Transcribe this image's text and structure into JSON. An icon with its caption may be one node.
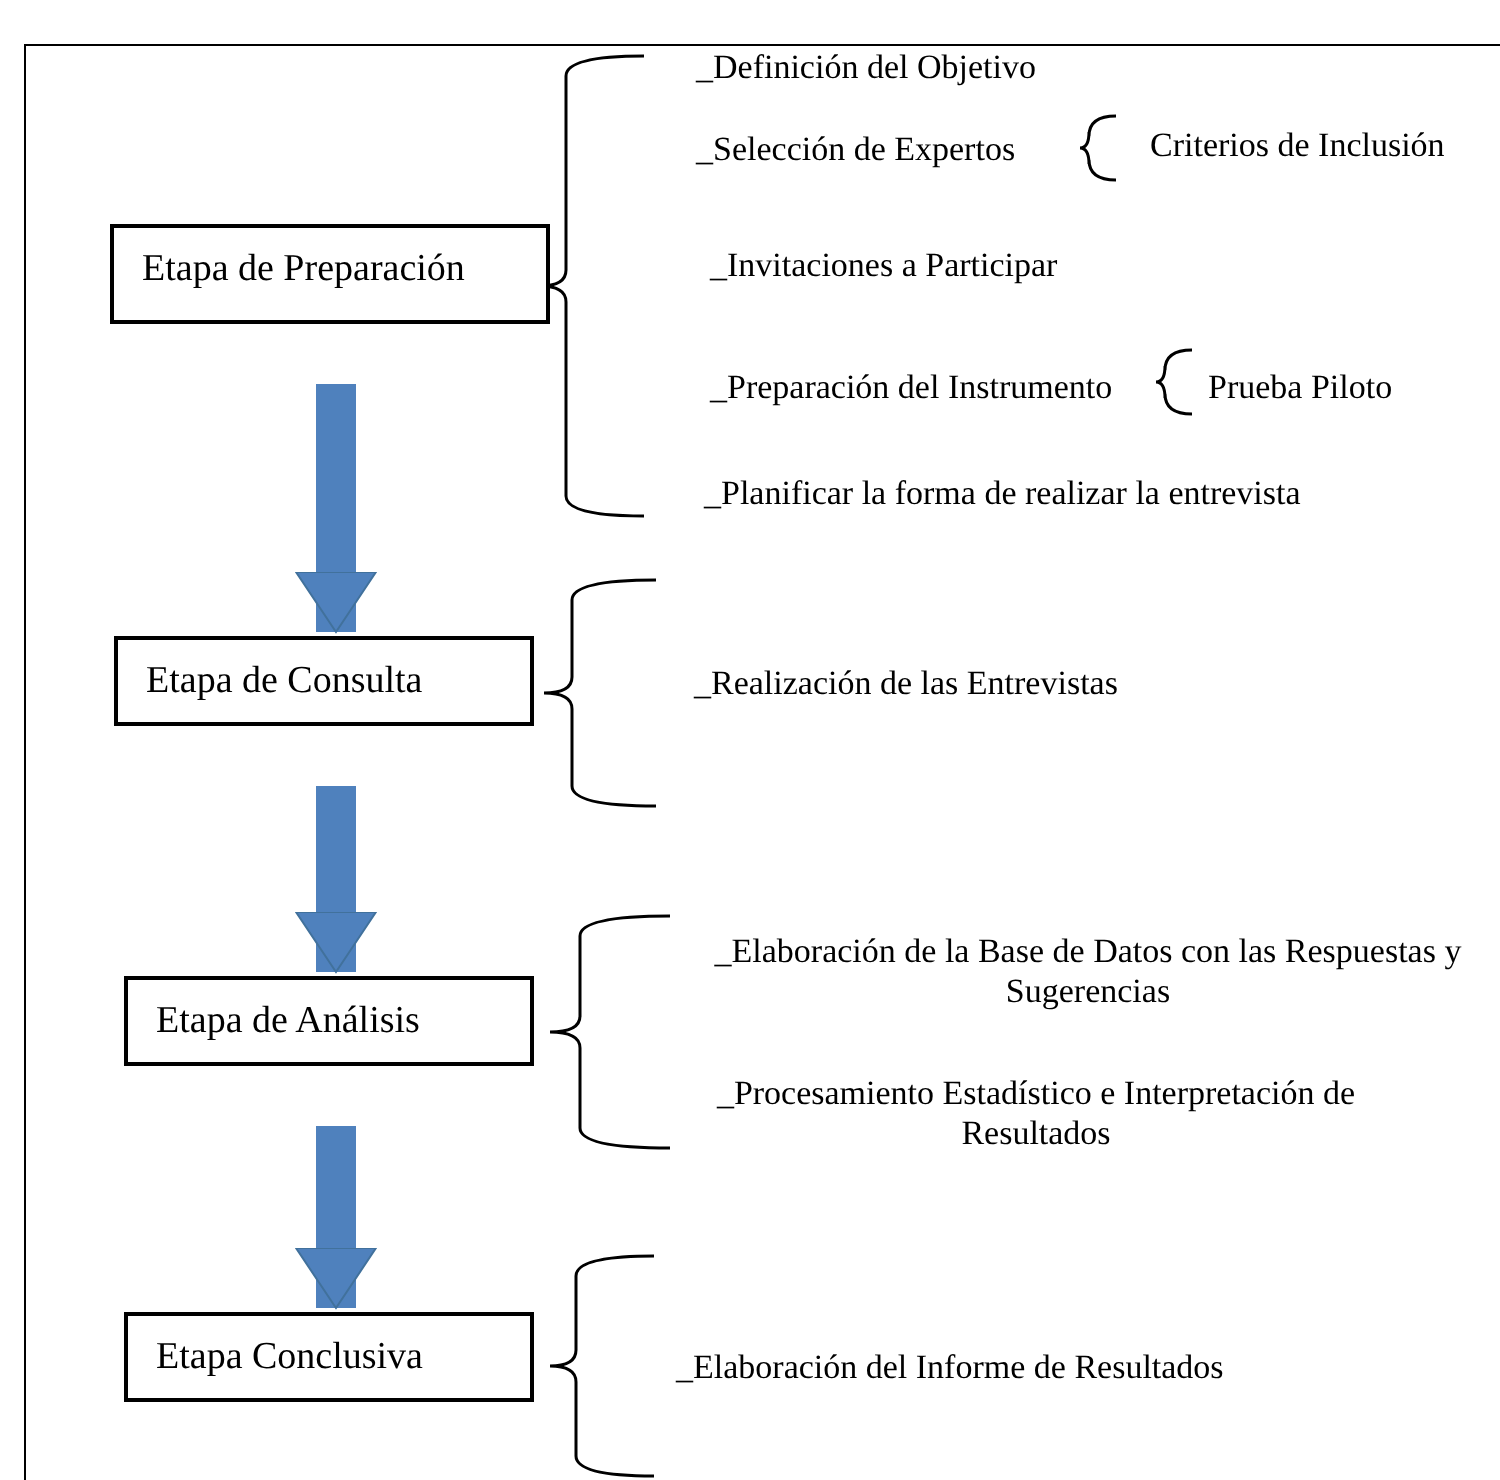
{
  "diagram": {
    "nodes": [
      {
        "text": [
          "Etapa de Preparación"
        ]
      },
      {
        "text": [
          "Etapa de Consulta"
        ]
      },
      {
        "text": [
          "Etapa de Análisis"
        ]
      },
      {
        "text": [
          "Etapa Conclusiva"
        ]
      }
    ],
    "edges": [
      {
        "from": 0,
        "to": 1,
        "arrow": "to"
      },
      {
        "from": 1,
        "to": 2,
        "arrow": "to"
      },
      {
        "from": 2,
        "to": 3,
        "arrow": "to"
      }
    ],
    "labels": [
      "_Definición del Objetivo",
      "_Selección de Expertos",
      "Criterios de Inclusión",
      "_Invitaciones a Participar",
      "_Preparación del Instrumento",
      "Prueba Piloto",
      "_Planificar la forma de realizar la entrevista",
      "_Realización de las Entrevistas",
      "_Elaboración de la Base de Datos con las Respuestas y Sugerencias",
      "_Procesamiento Estadístico e Interpretación de Resultados",
      "_Elaboración del Informe de Resultados"
    ]
  }
}
